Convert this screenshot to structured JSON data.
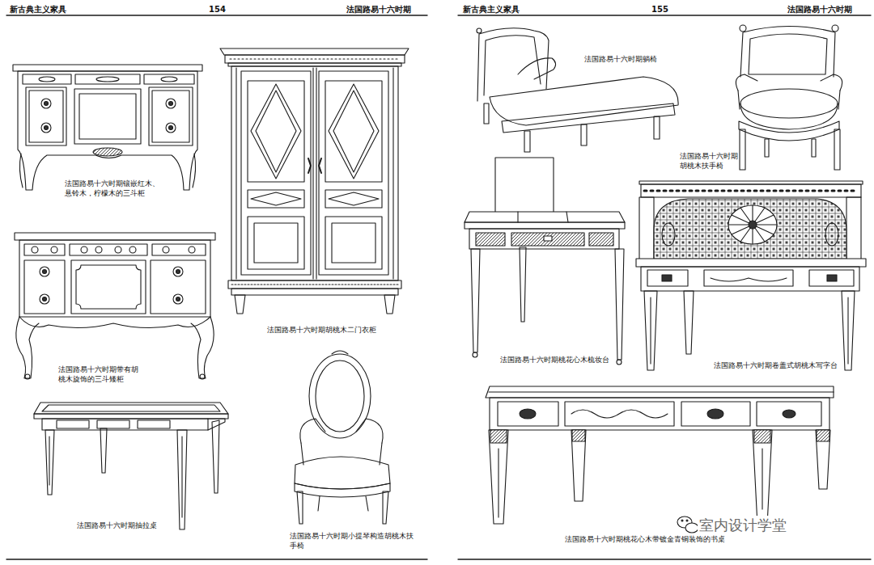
{
  "diagram": {
    "labels": [
      "新古典主义家具",
      "154",
      "法国路易十六时期",
      "法国路易十六时期镶嵌红木、 悬铃木，柠檬木的三斗柜",
      "法国路易十六时期胡桃木二门衣柜",
      "法国路易十六时期带有胡 桃木旋饰的三斗矮柜",
      "法国路易十六时期抽拉桌",
      "法国路易十六时期小提琴构造胡桃木扶 手椅",
      "新古典主义家具",
      "155",
      "法国路易十六时期",
      "法国路易十六时期躺椅",
      "法国路易十六时期 胡桃木扶手椅",
      "法国路易十六时期桃花心木梳妆台",
      "法国路易十六时期卷盖式胡桃木写字台",
      "法国路易十六时期桃花心木带镀金青铜装饰的书桌",
      "室内设计学堂"
    ]
  }
}
